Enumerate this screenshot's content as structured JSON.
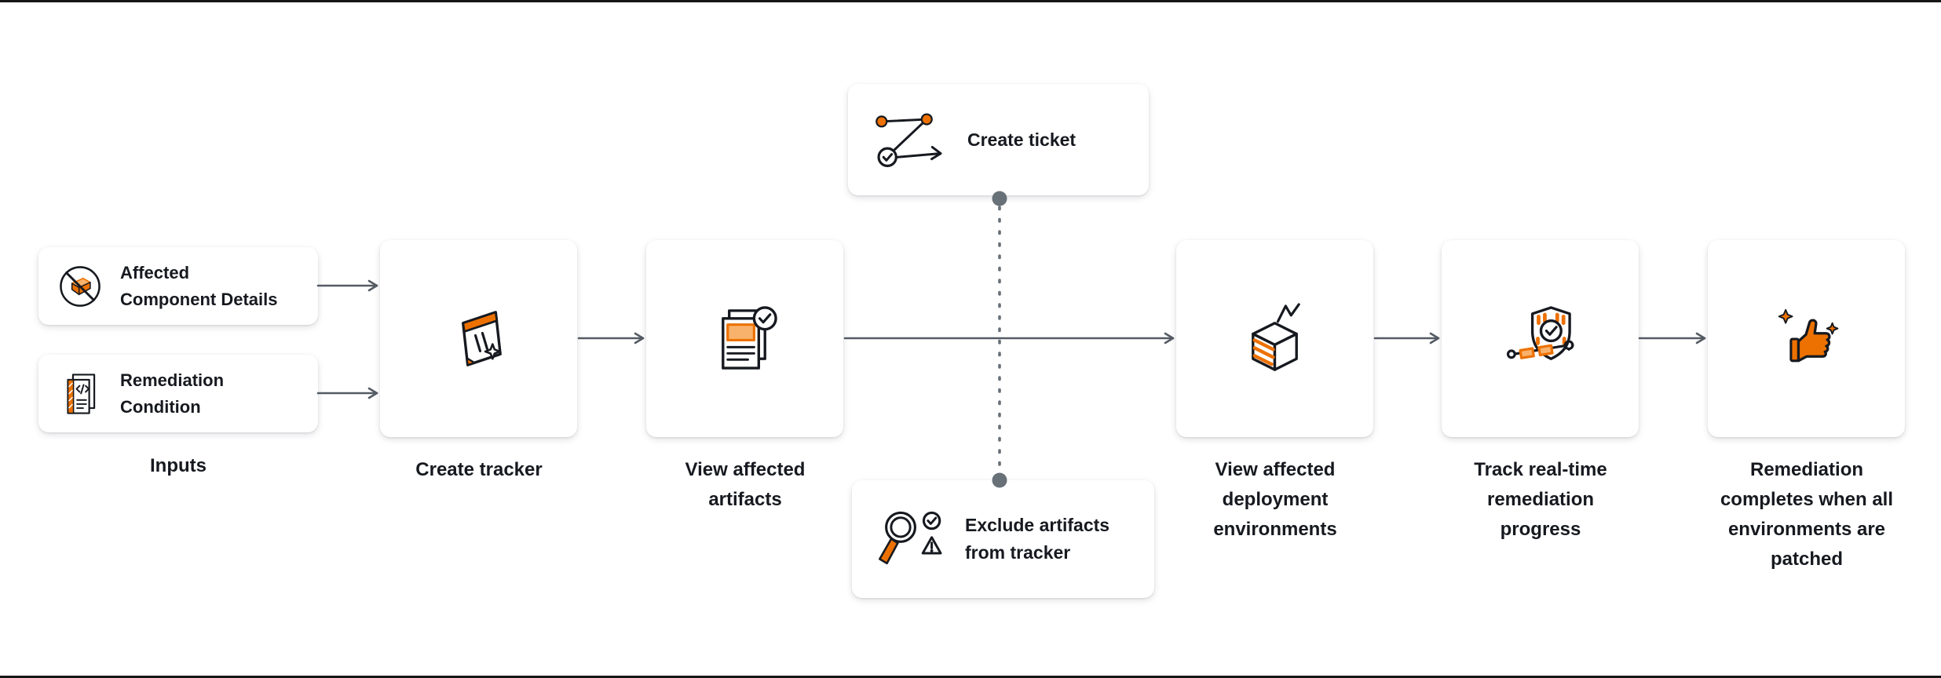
{
  "colors": {
    "accent_orange": "#ED7100",
    "accent_orange_light": "#F9B26C",
    "arrow": "#545B64",
    "connector": "#687078",
    "text": "#16191F",
    "card_bg": "#FFFFFF"
  },
  "inputs": {
    "group_label": "Inputs",
    "cards": [
      {
        "label": "Affected\nComponent Details",
        "icon": "prohibited-component-icon"
      },
      {
        "label": "Remediation\nCondition",
        "icon": "code-document-icon"
      }
    ]
  },
  "steps": [
    {
      "label": "Create tracker",
      "icon": "tracker-window-icon"
    },
    {
      "label": "View affected\nartifacts",
      "icon": "artifact-check-icon"
    },
    {
      "label": "View affected\ndeployment\nenvironments",
      "icon": "deployment-box-icon"
    },
    {
      "label": "Track real-time\nremediation\nprogress",
      "icon": "shield-progress-icon"
    },
    {
      "label": "Remediation\ncompletes when all\nenvironments are\npatched",
      "icon": "thumbs-up-icon"
    }
  ],
  "branches": {
    "top": {
      "label": "Create ticket",
      "icon": "ticket-route-icon"
    },
    "bottom": {
      "label": "Exclude artifacts\nfrom tracker",
      "icon": "magnifier-audit-icon"
    }
  }
}
